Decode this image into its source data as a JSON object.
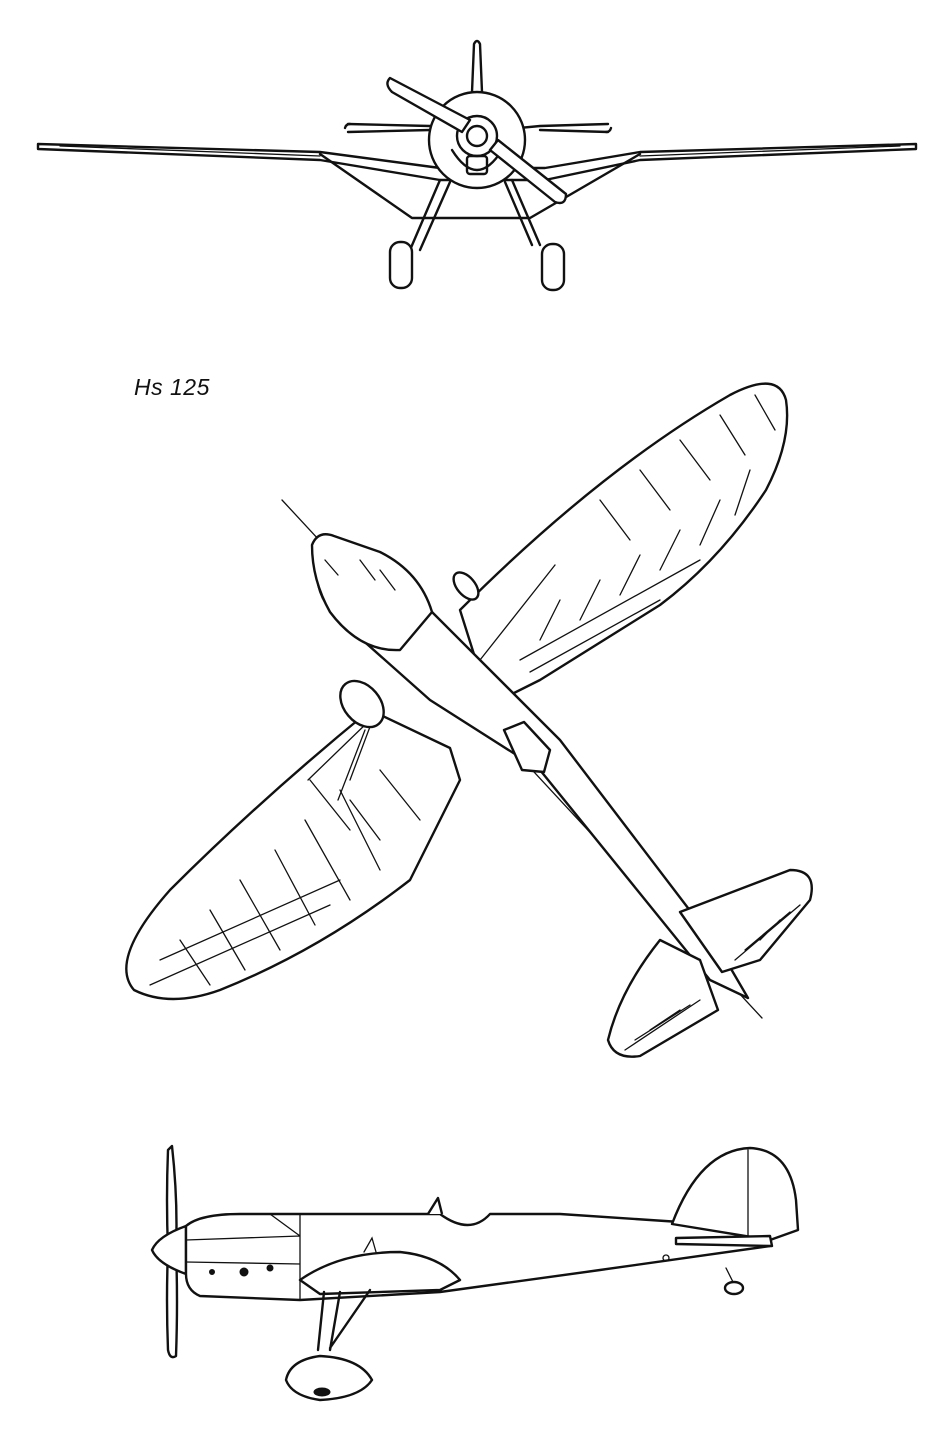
{
  "drawing": {
    "designation": "Hs 125",
    "views": [
      "front-view",
      "plan-view",
      "side-view"
    ],
    "line_color": "#111111",
    "background": "#ffffff"
  }
}
